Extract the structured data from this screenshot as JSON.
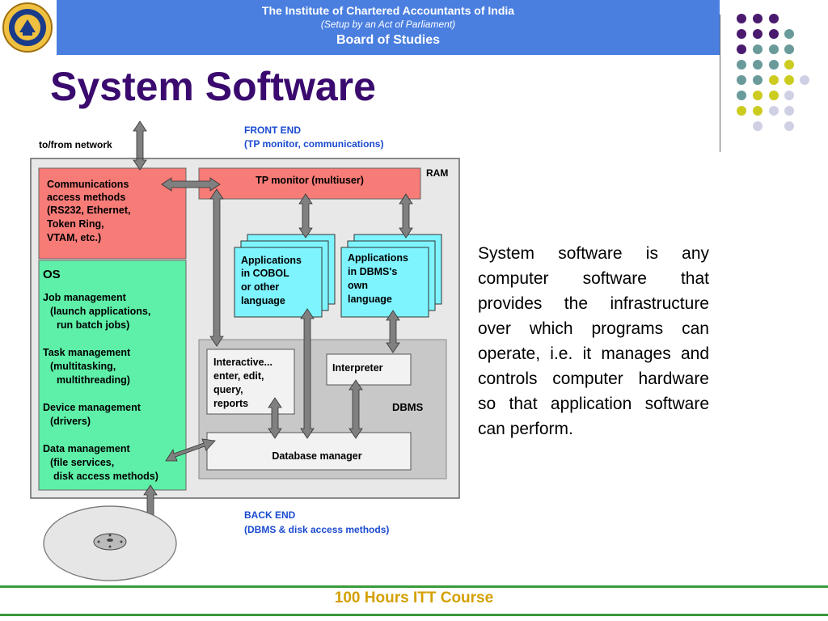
{
  "header": {
    "line1": "The Institute of Chartered Accountants of India",
    "line2": "(Setup by an Act of Parliament)",
    "line3": "Board of Studies"
  },
  "title": "System Software",
  "diagram": {
    "network_label": "to/from network",
    "front_end_l1": "FRONT END",
    "front_end_l2": "(TP monitor, communications)",
    "ram_label": "RAM",
    "comm": [
      "Communications",
      "access methods",
      "(RS232, Ethernet,",
      "Token Ring,",
      "VTAM, etc.)"
    ],
    "tp_monitor": "TP monitor (multiuser)",
    "os_title": "OS",
    "os_lines": [
      "Job management",
      "(launch applications,",
      "run batch jobs)",
      "Task management",
      "(multitasking,",
      "multithreading)",
      "Device management",
      "(drivers)",
      "Data management",
      "(file services,",
      "disk access methods)"
    ],
    "app_cobol": [
      "Applications",
      "in COBOL",
      "or other",
      "language"
    ],
    "app_dbms": [
      "Applications",
      "in DBMS's",
      "own",
      "language"
    ],
    "interactive": [
      "Interactive...",
      "enter, edit,",
      "query,",
      "reports"
    ],
    "interpreter": "Interpreter",
    "dbms": "DBMS",
    "db_manager": "Database manager",
    "back_end_l1": "BACK END",
    "back_end_l2": "(DBMS & disk access methods)"
  },
  "body_text": "System software is any computer software that provides the infrastructure over which programs can operate, i.e. it manages and controls computer hardware so that application software can perform.",
  "footer": "100 Hours ITT Course",
  "colors": {
    "header_bg": "#4a7fe0",
    "title": "#3a0a6e",
    "comm_box": "#f77b77",
    "os_box": "#5ef0a8",
    "app_box": "#7ef4ff",
    "dbms_bg": "#c8c8c8",
    "footer_text": "#d4a000",
    "footer_line": "#3a9a3a"
  }
}
